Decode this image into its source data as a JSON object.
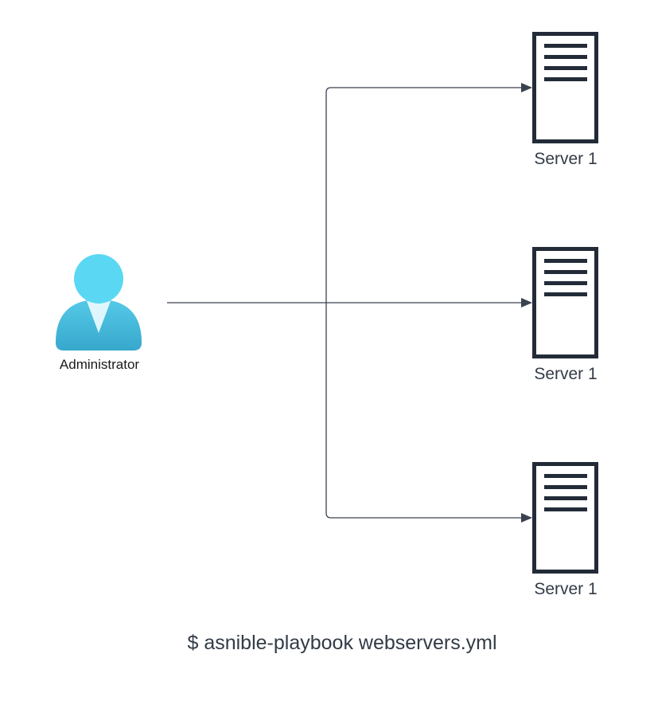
{
  "diagram": {
    "actor": {
      "label": "Administrator",
      "icon": "user-icon"
    },
    "servers": [
      {
        "label": "Server 1",
        "icon": "server-icon"
      },
      {
        "label": "Server 1",
        "icon": "server-icon"
      },
      {
        "label": "Server 1",
        "icon": "server-icon"
      }
    ],
    "command": "$ asnible-playbook webservers.yml",
    "colors": {
      "connector": "#3a4250",
      "server": "#232b38",
      "user_head": "#5ad8f3",
      "user_body": "#3fb5d6"
    }
  }
}
